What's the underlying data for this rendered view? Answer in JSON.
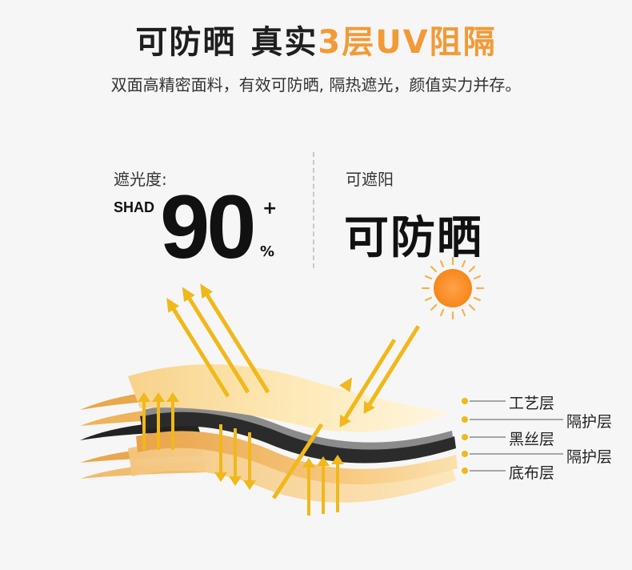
{
  "title": {
    "part1": "可防晒",
    "part2": "真实",
    "accent": "3层UV阻隔"
  },
  "subtitle": "双面高精密面料，有效可防晒, 隔热遮光，颜值实力并存。",
  "shading": {
    "label": "遮光度:",
    "prefix": "SHAD",
    "value": "90",
    "plus": "+",
    "unit": "%"
  },
  "sun_block": {
    "label": "可遮阳",
    "value": "可防晒"
  },
  "layers": [
    {
      "name": "工艺层"
    },
    {
      "name": "隔护层"
    },
    {
      "name": "黑丝层"
    },
    {
      "name": "隔护层"
    },
    {
      "name": "底布层"
    }
  ],
  "colors": {
    "accent": "#f29a36",
    "sun": "#f7941d",
    "arrow": "#f0b81a",
    "fabric": "#fde8b0",
    "black_layer": "#2b2b2b"
  }
}
